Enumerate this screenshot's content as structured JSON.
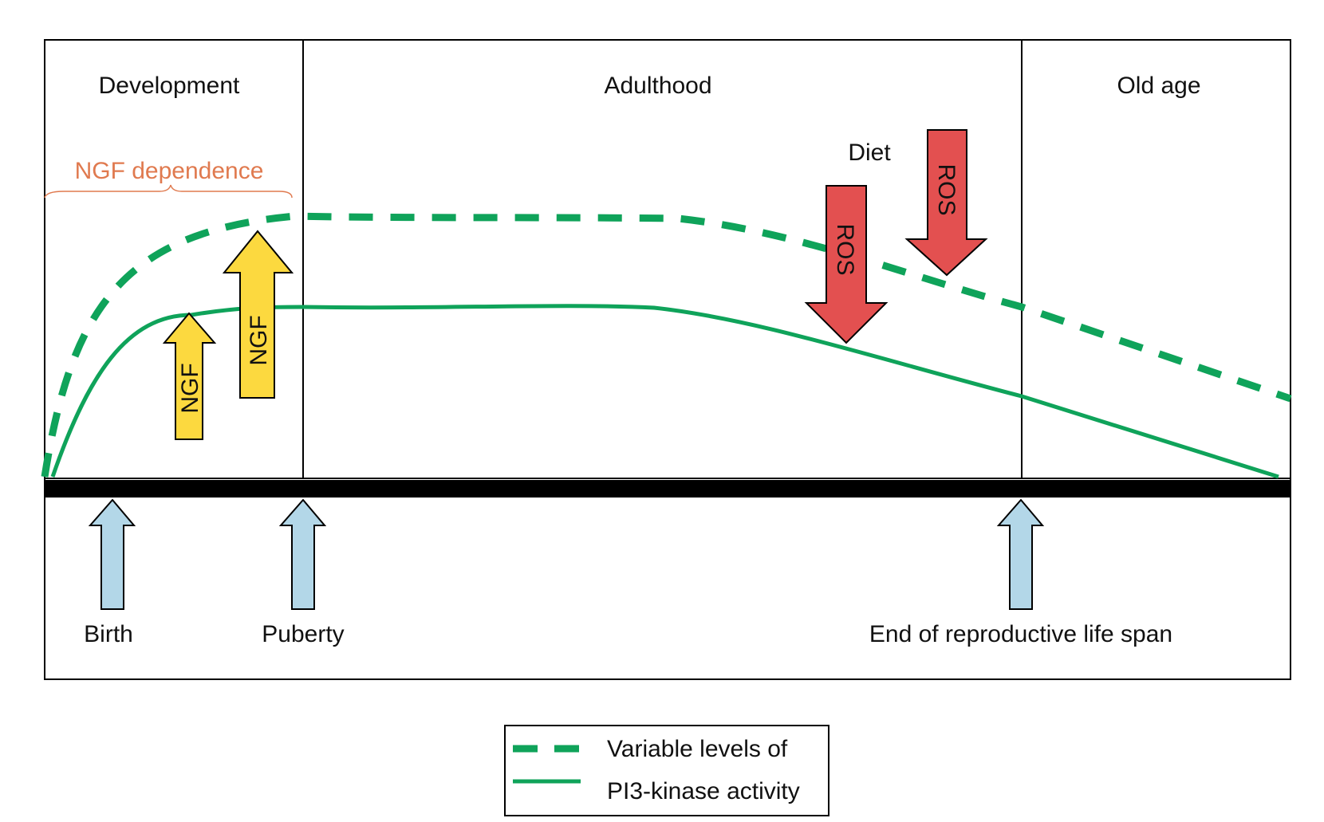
{
  "phases": [
    {
      "label": "Development"
    },
    {
      "label": "Adulthood"
    },
    {
      "label": "Old age"
    }
  ],
  "ngf_dependence": {
    "label": "NGF dependence",
    "color": "#E07A4F"
  },
  "diet_label": "Diet",
  "ngf_arrows": [
    {
      "label": "NGF"
    },
    {
      "label": "NGF"
    }
  ],
  "ros_arrows": [
    {
      "label": "ROS"
    },
    {
      "label": "ROS"
    }
  ],
  "milestones": [
    {
      "label": "Birth"
    },
    {
      "label": "Puberty"
    },
    {
      "label": "End of reproductive life span"
    }
  ],
  "legend": {
    "line1": "Variable levels of",
    "line2": "PI3-kinase activity"
  },
  "colors": {
    "curve": "#0FA35A",
    "ngf_arrow": "#FCD93F",
    "ros_arrow": "#E35050",
    "milestone_arrow": "#B3D7E8"
  }
}
